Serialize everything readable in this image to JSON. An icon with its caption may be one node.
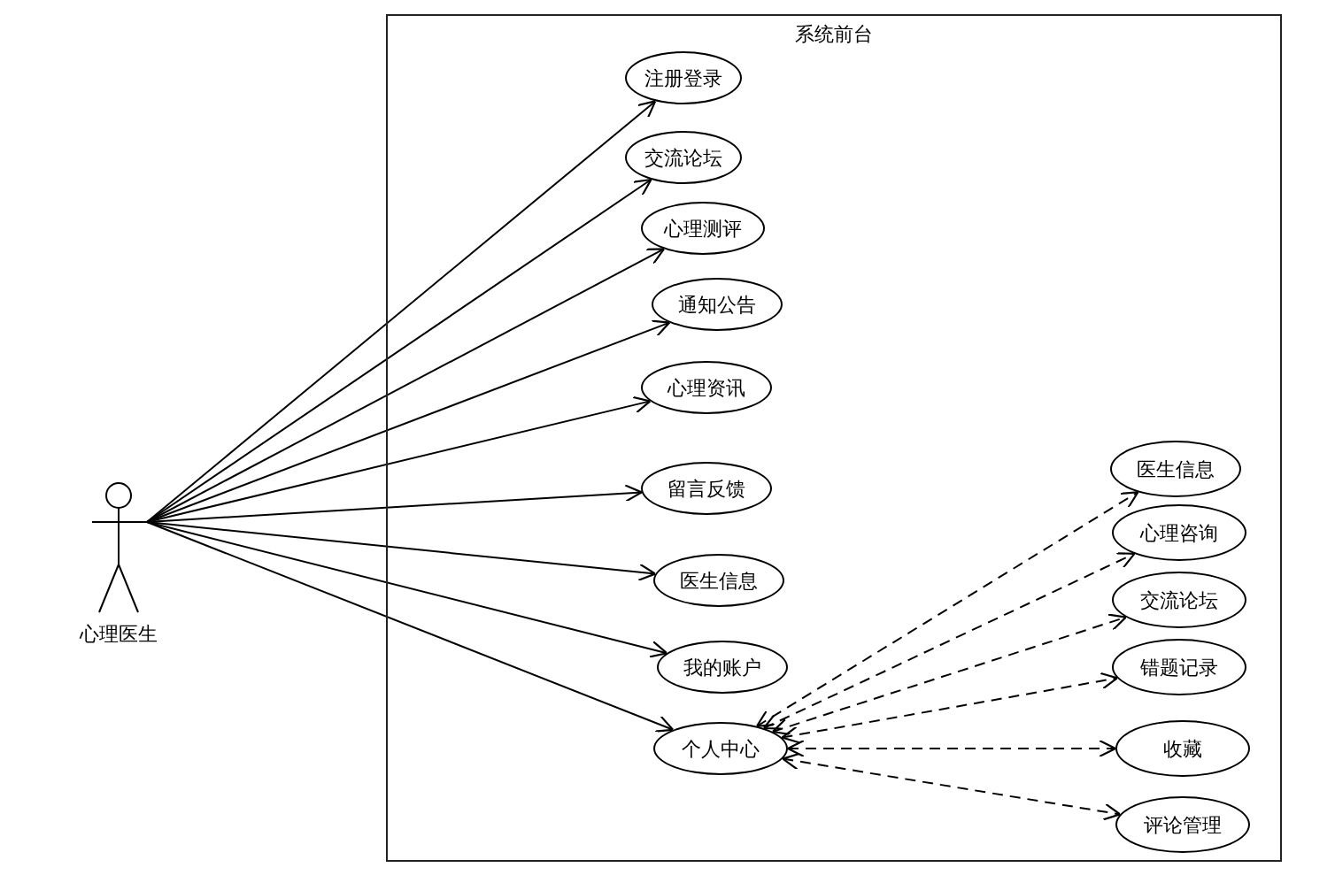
{
  "diagram": {
    "nodes": [
      {
        "text": [
          "系统前台"
        ]
      },
      {
        "text": [
          "心理医生"
        ]
      },
      {
        "text": [
          "注册登录"
        ],
        "in": 0
      },
      {
        "text": [
          "交流论坛"
        ],
        "in": 0
      },
      {
        "text": [
          "心理测评"
        ],
        "in": 0
      },
      {
        "text": [
          "通知公告"
        ],
        "in": 0
      },
      {
        "text": [
          "心理资讯"
        ],
        "in": 0
      },
      {
        "text": [
          "留言反馈"
        ],
        "in": 0
      },
      {
        "text": [
          "医生信息"
        ],
        "in": 0
      },
      {
        "text": [
          "我的账户"
        ],
        "in": 0
      },
      {
        "text": [
          "个人中心"
        ],
        "in": 0
      },
      {
        "text": [
          "医生信息"
        ],
        "in": 0
      },
      {
        "text": [
          "心理咨询"
        ],
        "in": 0
      },
      {
        "text": [
          "交流论坛"
        ],
        "in": 0
      },
      {
        "text": [
          "错题记录"
        ],
        "in": 0
      },
      {
        "text": [
          "收藏"
        ],
        "in": 0
      },
      {
        "text": [
          "评论管理"
        ],
        "in": 0
      }
    ],
    "edges": [
      {
        "from": 1,
        "to": 2,
        "arrow": "to"
      },
      {
        "from": 1,
        "to": 3,
        "arrow": "to"
      },
      {
        "from": 1,
        "to": 4,
        "arrow": "to"
      },
      {
        "from": 1,
        "to": 5,
        "arrow": "to"
      },
      {
        "from": 1,
        "to": 6,
        "arrow": "to"
      },
      {
        "from": 1,
        "to": 7,
        "arrow": "to"
      },
      {
        "from": 1,
        "to": 8,
        "arrow": "to"
      },
      {
        "from": 1,
        "to": 9,
        "arrow": "to"
      },
      {
        "from": 1,
        "to": 10,
        "arrow": "to"
      },
      {
        "from": 10,
        "to": 11,
        "arrow": "both",
        "style": "dashed"
      },
      {
        "from": 10,
        "to": 12,
        "arrow": "both",
        "style": "dashed"
      },
      {
        "from": 10,
        "to": 13,
        "arrow": "both",
        "style": "dashed"
      },
      {
        "from": 10,
        "to": 14,
        "arrow": "both",
        "style": "dashed"
      },
      {
        "from": 10,
        "to": 15,
        "arrow": "both",
        "style": "dashed"
      },
      {
        "from": 10,
        "to": 16,
        "arrow": "both",
        "style": "dashed"
      }
    ]
  }
}
